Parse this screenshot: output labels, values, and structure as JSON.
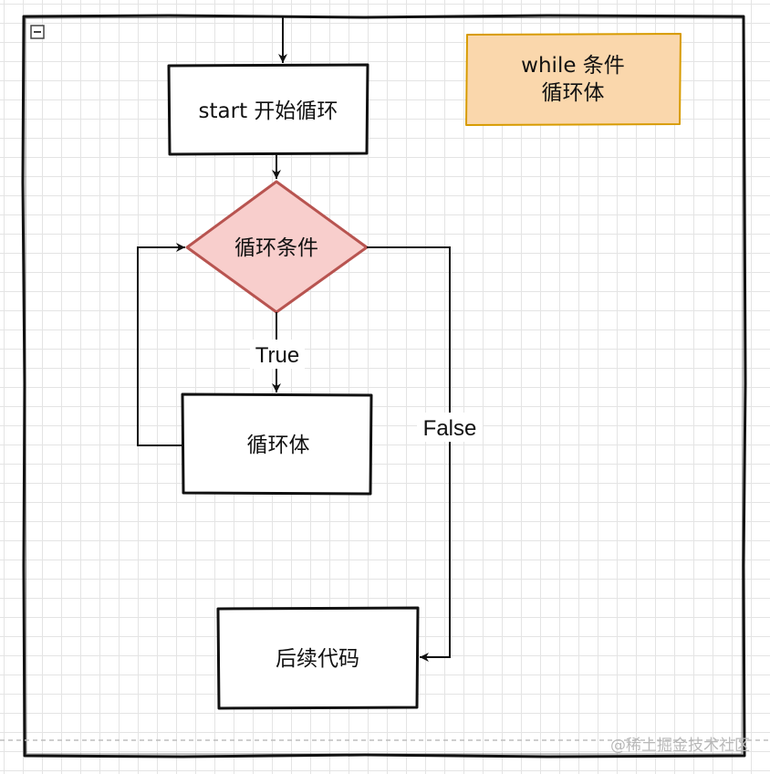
{
  "diagram": {
    "nodes": {
      "start": "start 开始循环",
      "condition": "循环条件",
      "body": "循环体",
      "after": "后续代码",
      "note_line1": "while 条件",
      "note_line2": "循环体"
    },
    "edges": {
      "true_label": "True",
      "false_label": "False"
    },
    "watermark": "@稀土掘金技术社区"
  },
  "colors": {
    "stroke": "#111111",
    "decision_fill": "#f8cecc",
    "decision_stroke": "#b85450",
    "note_fill": "#fad7ac",
    "note_stroke": "#d79b00",
    "grid": "#e4e4e4"
  }
}
